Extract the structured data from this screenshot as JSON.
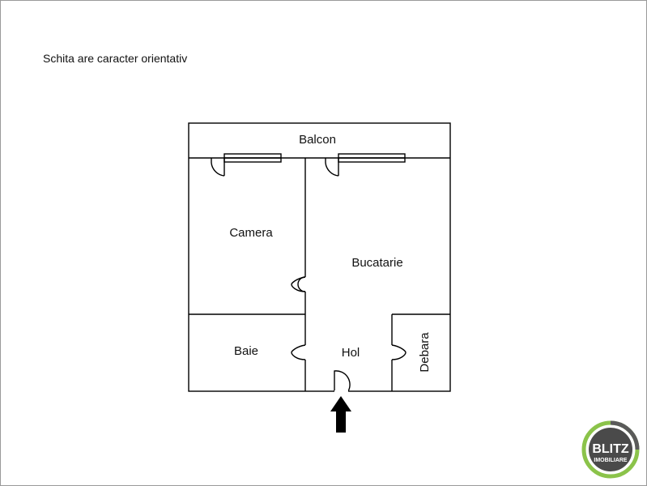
{
  "note": "Schita are caracter orientativ",
  "rooms": {
    "balcon": "Balcon",
    "camera": "Camera",
    "bucatarie": "Bucatarie",
    "baie": "Baie",
    "hol": "Hol",
    "debara": "Debara"
  },
  "logo": {
    "top": "BLITZ",
    "bottom": "IMOBILIARE",
    "ring_color": "#8bc34a",
    "dark_color": "#4a4a4a"
  }
}
